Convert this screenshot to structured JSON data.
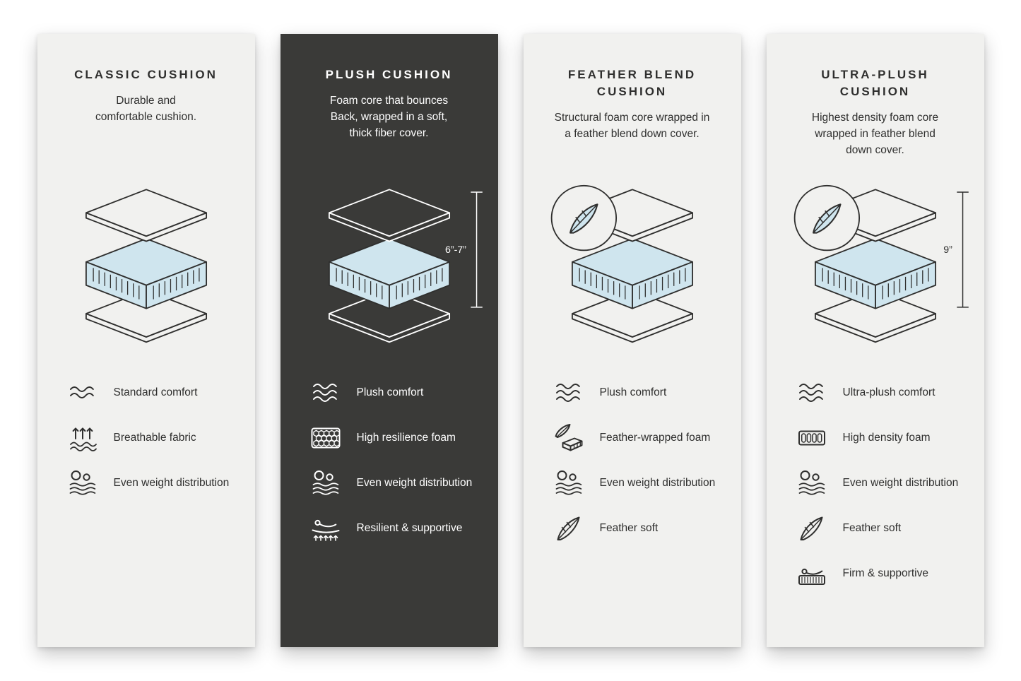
{
  "colors": {
    "panel_bg": "#f1f1ef",
    "panel_dark_bg": "#3a3a38",
    "stroke_dark": "#2f2f2e",
    "foam_blue": "#cfe5ee",
    "text_light": "#ffffff"
  },
  "panels": [
    {
      "id": "classic",
      "theme": "light",
      "title": "CLASSIC CUSHION",
      "description": "Durable and\ncomfortable cushion.",
      "illustration": {
        "feather_badge": false,
        "measurement": null
      },
      "features": [
        {
          "icon": "waves-2",
          "label": "Standard comfort"
        },
        {
          "icon": "breathable",
          "label": "Breathable fabric"
        },
        {
          "icon": "weight",
          "label": "Even weight distribution"
        }
      ]
    },
    {
      "id": "plush",
      "theme": "dark",
      "title": "PLUSH CUSHION",
      "description": "Foam core that bounces\nBack, wrapped in a soft,\nthick fiber cover.",
      "illustration": {
        "feather_badge": false,
        "measurement": "6”-7”"
      },
      "features": [
        {
          "icon": "waves-3",
          "label": "Plush comfort"
        },
        {
          "icon": "honeycomb",
          "label": "High resilience foam"
        },
        {
          "icon": "weight",
          "label": "Even weight distribution"
        },
        {
          "icon": "resilient",
          "label": "Resilient & supportive"
        }
      ]
    },
    {
      "id": "feather-blend",
      "theme": "light",
      "title": "FEATHER BLEND\nCUSHION",
      "description": "Structural foam core wrapped in\na feather blend down cover.",
      "illustration": {
        "feather_badge": true,
        "measurement": null
      },
      "features": [
        {
          "icon": "waves-3",
          "label": "Plush comfort"
        },
        {
          "icon": "feather-foam",
          "label": "Feather-wrapped foam"
        },
        {
          "icon": "weight",
          "label": "Even weight distribution"
        },
        {
          "icon": "feather",
          "label": "Feather soft"
        }
      ]
    },
    {
      "id": "ultra-plush",
      "theme": "light",
      "title": "ULTRA-PLUSH\nCUSHION",
      "description": "Highest density foam core\nwrapped in feather blend\ndown cover.",
      "illustration": {
        "feather_badge": true,
        "measurement": "9”"
      },
      "features": [
        {
          "icon": "waves-3",
          "label": "Ultra-plush comfort"
        },
        {
          "icon": "density",
          "label": "High density foam"
        },
        {
          "icon": "weight",
          "label": "Even weight distribution"
        },
        {
          "icon": "feather",
          "label": "Feather soft"
        },
        {
          "icon": "firm",
          "label": "Firm & supportive"
        }
      ]
    }
  ]
}
